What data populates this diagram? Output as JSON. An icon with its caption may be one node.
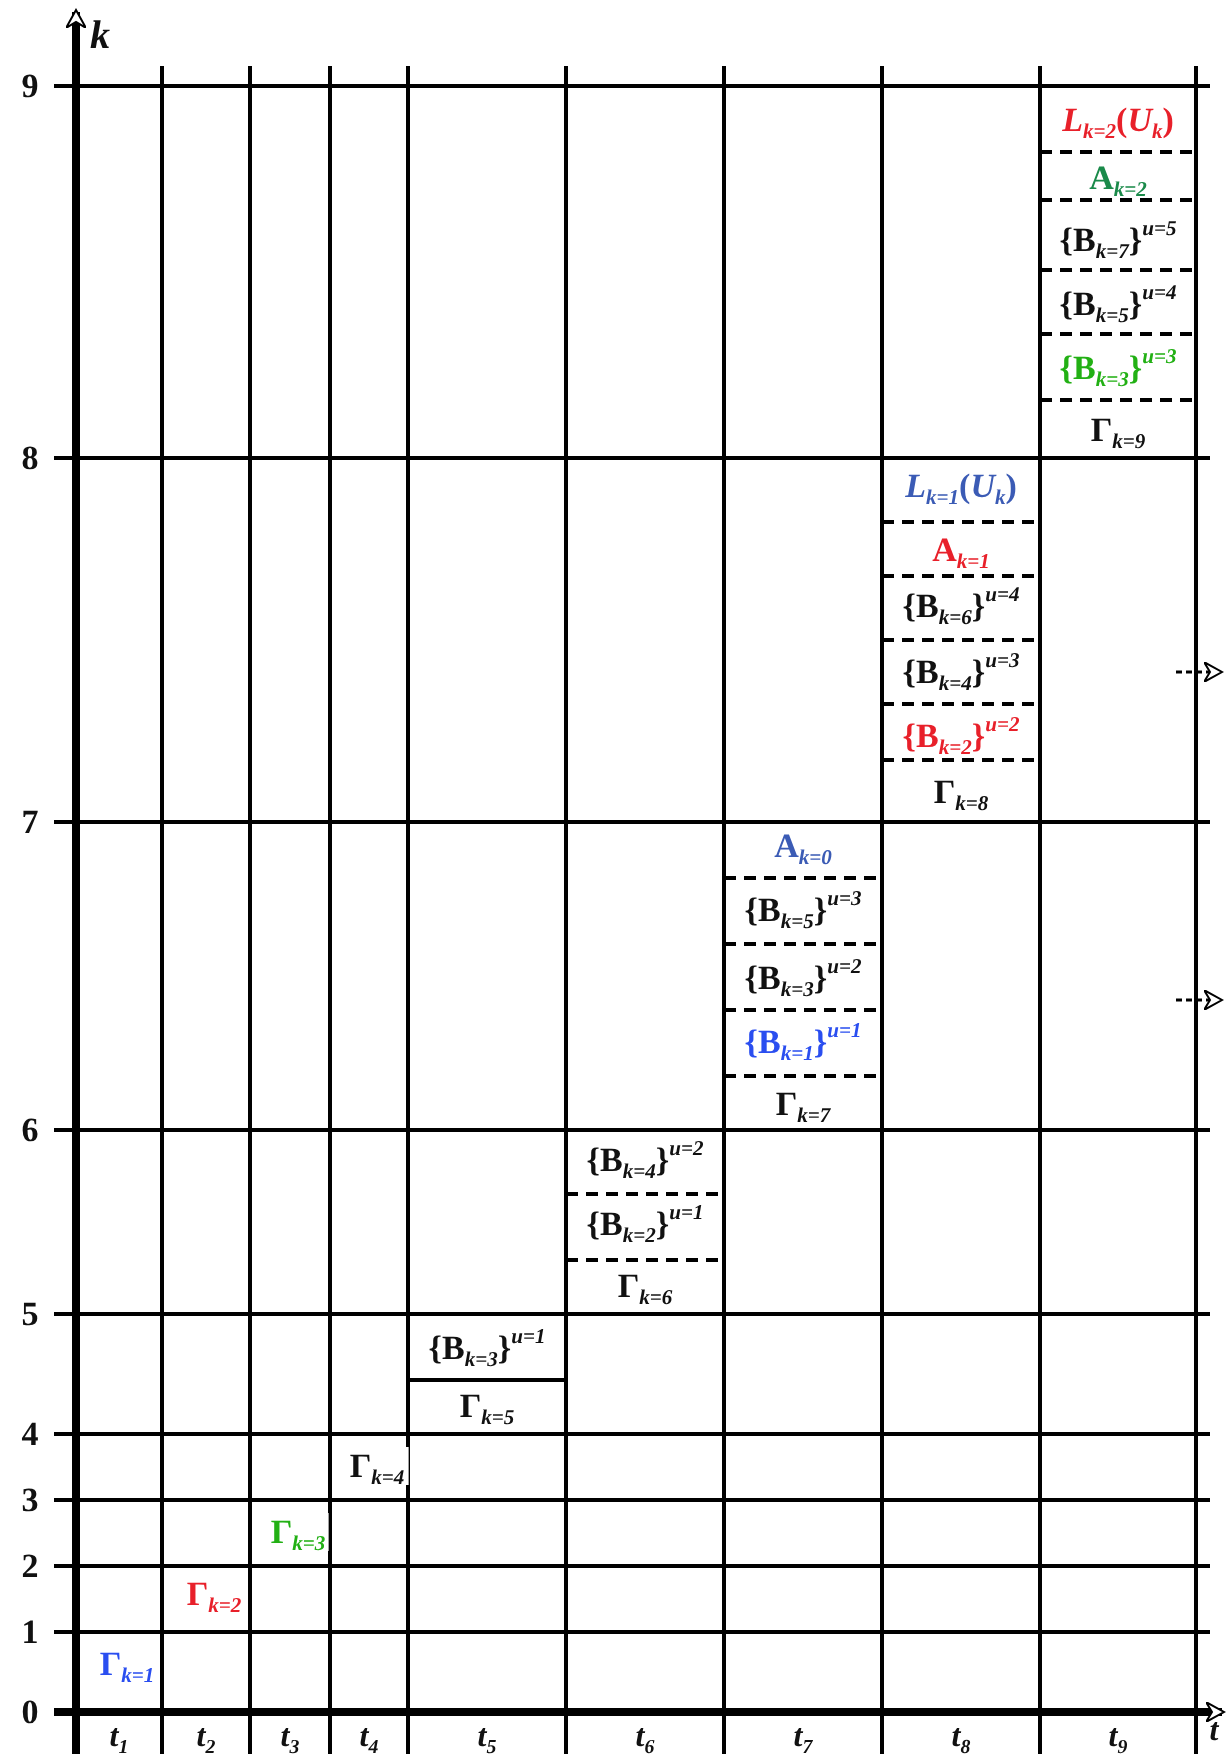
{
  "diagram": {
    "labels": [
      "k",
      "9",
      "8",
      "7",
      "6",
      "5",
      "4",
      "3",
      "2",
      "1",
      "0",
      "*L*$_{k=2}$(*U*$_{k}$)",
      "A$_{k=2}$",
      "{B$_{k=7}$}$^{u=5}$",
      "{B$_{k=5}$}$^{u=4}$",
      "{B$_{k=3}$}$^{u=3}$",
      "Γ$_{k=9}$",
      "*L*$_{k=1}$(*U*$_{k}$)",
      "A$_{k=1}$",
      "{B$_{k=6}$}$^{u=4}$",
      "{B$_{k=4}$}$^{u=3}$",
      "{B$_{k=2}$}$^{u=2}$",
      "Γ$_{k=8}$",
      "A$_{k=0}$",
      "{B$_{k=5}$}$^{u=3}$",
      "{B$_{k=3}$}$^{u=2}$",
      "{B$_{k=1}$}$^{u=1}$",
      "Γ$_{k=7}$",
      "{B$_{k=4}$}$^{u=2}$",
      "{B$_{k=2}$}$^{u=1}$",
      "Γ$_{k=6}$",
      "{B$_{k=3}$}$^{u=1}$",
      "Γ$_{k=5}$",
      "Γ$_{k=4}$",
      "Γ$_{k=3}$",
      "Γ$_{k=2}$",
      "Γ$_{k=1}$",
      "*t*$_{1}$",
      "*t*$_{2}$",
      "*t*$_{3}$",
      "*t*$_{4}$",
      "*t*$_{5}$",
      "*t*$_{6}$",
      "*t*$_{7}$",
      "*t*$_{8}$",
      "*t*$_{9}$",
      "t"
    ]
  }
}
